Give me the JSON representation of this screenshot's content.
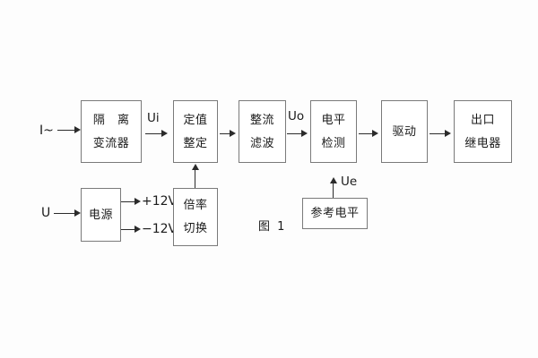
{
  "diagram": {
    "caption": "图 1",
    "inputs": {
      "current": "I~",
      "voltage": "U"
    },
    "signals": {
      "ui": "Ui",
      "uo": "Uo",
      "ue": "Ue"
    },
    "rails": {
      "positive": "+12V",
      "negative": "−12V"
    },
    "blocks": {
      "isolation_transformer": {
        "line1": "隔 离",
        "line2": "变流器"
      },
      "setting_value": {
        "line1": "定值",
        "line2": "整定"
      },
      "rectify_filter": {
        "line1": "整流",
        "line2": "滤波"
      },
      "level_detect": {
        "line1": "电平",
        "line2": "检测"
      },
      "drive": {
        "line1": "驱动"
      },
      "output_relay": {
        "line1": "出口",
        "line2": "继电器"
      },
      "power_supply": {
        "line1": "电源"
      },
      "multiplier_switch": {
        "line1": "倍率",
        "line2": "切换"
      },
      "reference_level": {
        "line1": "参考电平"
      }
    }
  }
}
